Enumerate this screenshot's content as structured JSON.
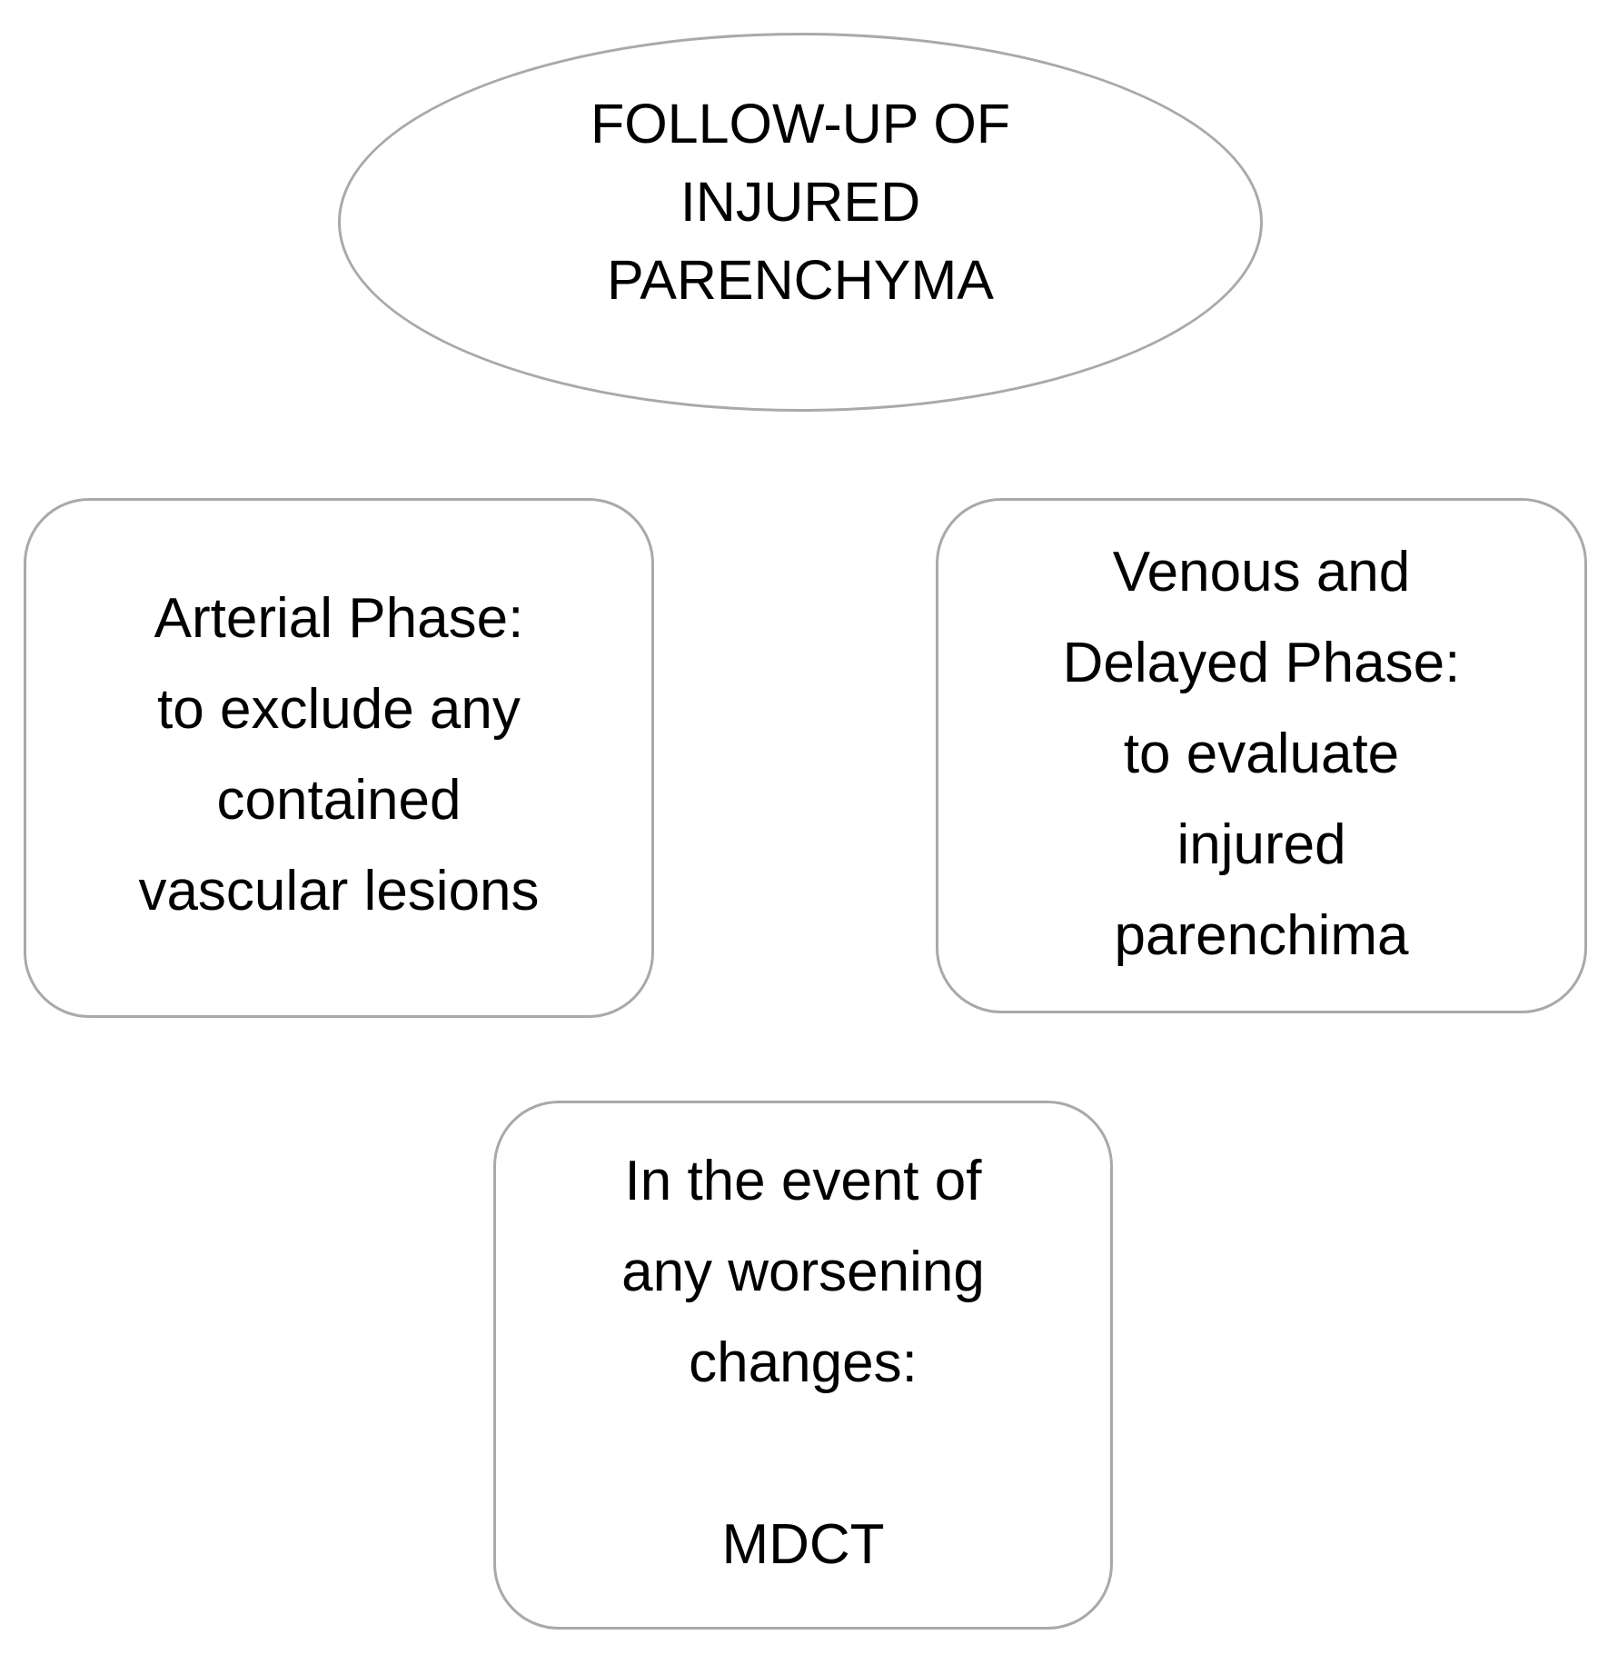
{
  "diagram": {
    "title": "Follow-up of injured parenchyma imaging protocol flowchart",
    "style": {
      "border_color": "#a9a9a9",
      "text_color": "#000000",
      "background": "#ffffff"
    },
    "nodes": {
      "root": {
        "shape": "ellipse",
        "lines": [
          "FOLLOW-UP OF",
          "INJURED",
          "PARENCHYMA"
        ]
      },
      "arterial": {
        "shape": "rounded-rectangle",
        "lines": [
          "Arterial Phase:",
          "to exclude any",
          "contained",
          "vascular lesions"
        ]
      },
      "venous": {
        "shape": "rounded-rectangle",
        "lines": [
          "Venous and",
          "Delayed Phase:",
          "to evaluate",
          "injured",
          "parenchima"
        ]
      },
      "worsening": {
        "shape": "rounded-rectangle",
        "lines": [
          "In the event of",
          "any worsening",
          "changes:",
          "",
          "MDCT"
        ]
      }
    }
  }
}
